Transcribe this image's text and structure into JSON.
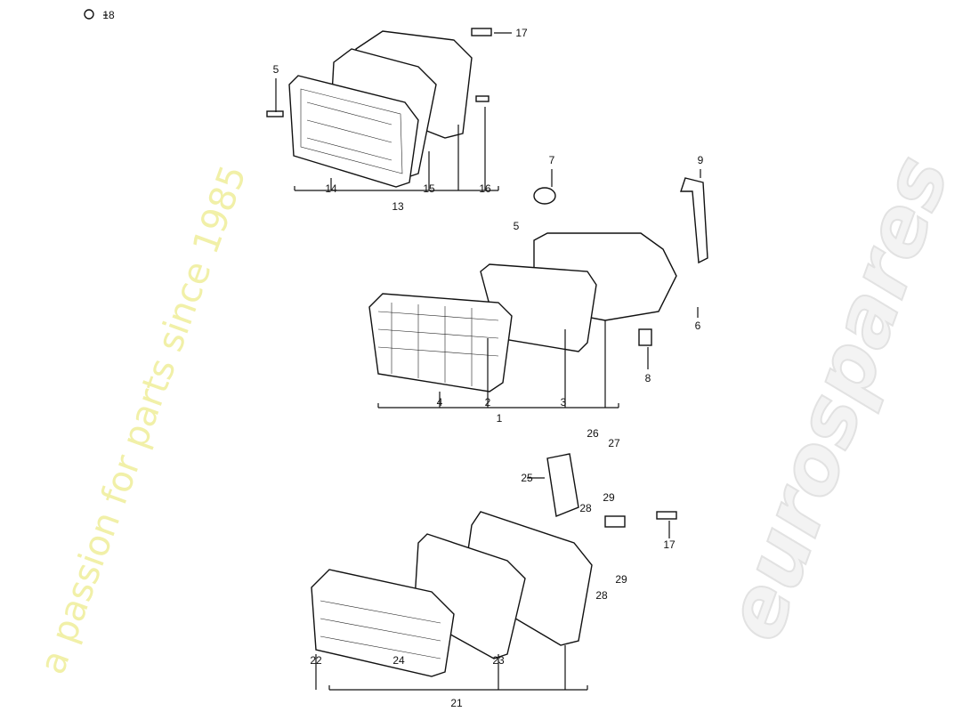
{
  "watermark": {
    "brand": "eurospares",
    "tagline": "a passion for parts since 1985",
    "brand_color": "#e8e8e8",
    "tagline_color": "#eeee99"
  },
  "groups": {
    "top": {
      "assembly": "13",
      "parts": [
        "18",
        "17",
        "5",
        "14",
        "15",
        "16"
      ]
    },
    "middle": {
      "assembly": "1",
      "parts": [
        "7",
        "9",
        "5",
        "6",
        "8",
        "4",
        "2",
        "3"
      ]
    },
    "bottom": {
      "assembly": "21",
      "parts": [
        "26",
        "27",
        "25",
        "29",
        "28",
        "17",
        "28",
        "29",
        "22",
        "24",
        "23"
      ]
    }
  },
  "labels": {
    "l18": "18",
    "l17a": "17",
    "l5a": "5",
    "l14": "14",
    "l15": "15",
    "l16": "16",
    "l13": "13",
    "l7": "7",
    "l9": "9",
    "l5b": "5",
    "l6": "6",
    "l8": "8",
    "l4": "4",
    "l2": "2",
    "l3": "3",
    "l1": "1",
    "l26": "26",
    "l27": "27",
    "l25": "25",
    "l29a": "29",
    "l28a": "28",
    "l17b": "17",
    "l28b": "28",
    "l29b": "29",
    "l22": "22",
    "l24": "24",
    "l23": "23",
    "l21": "21"
  }
}
